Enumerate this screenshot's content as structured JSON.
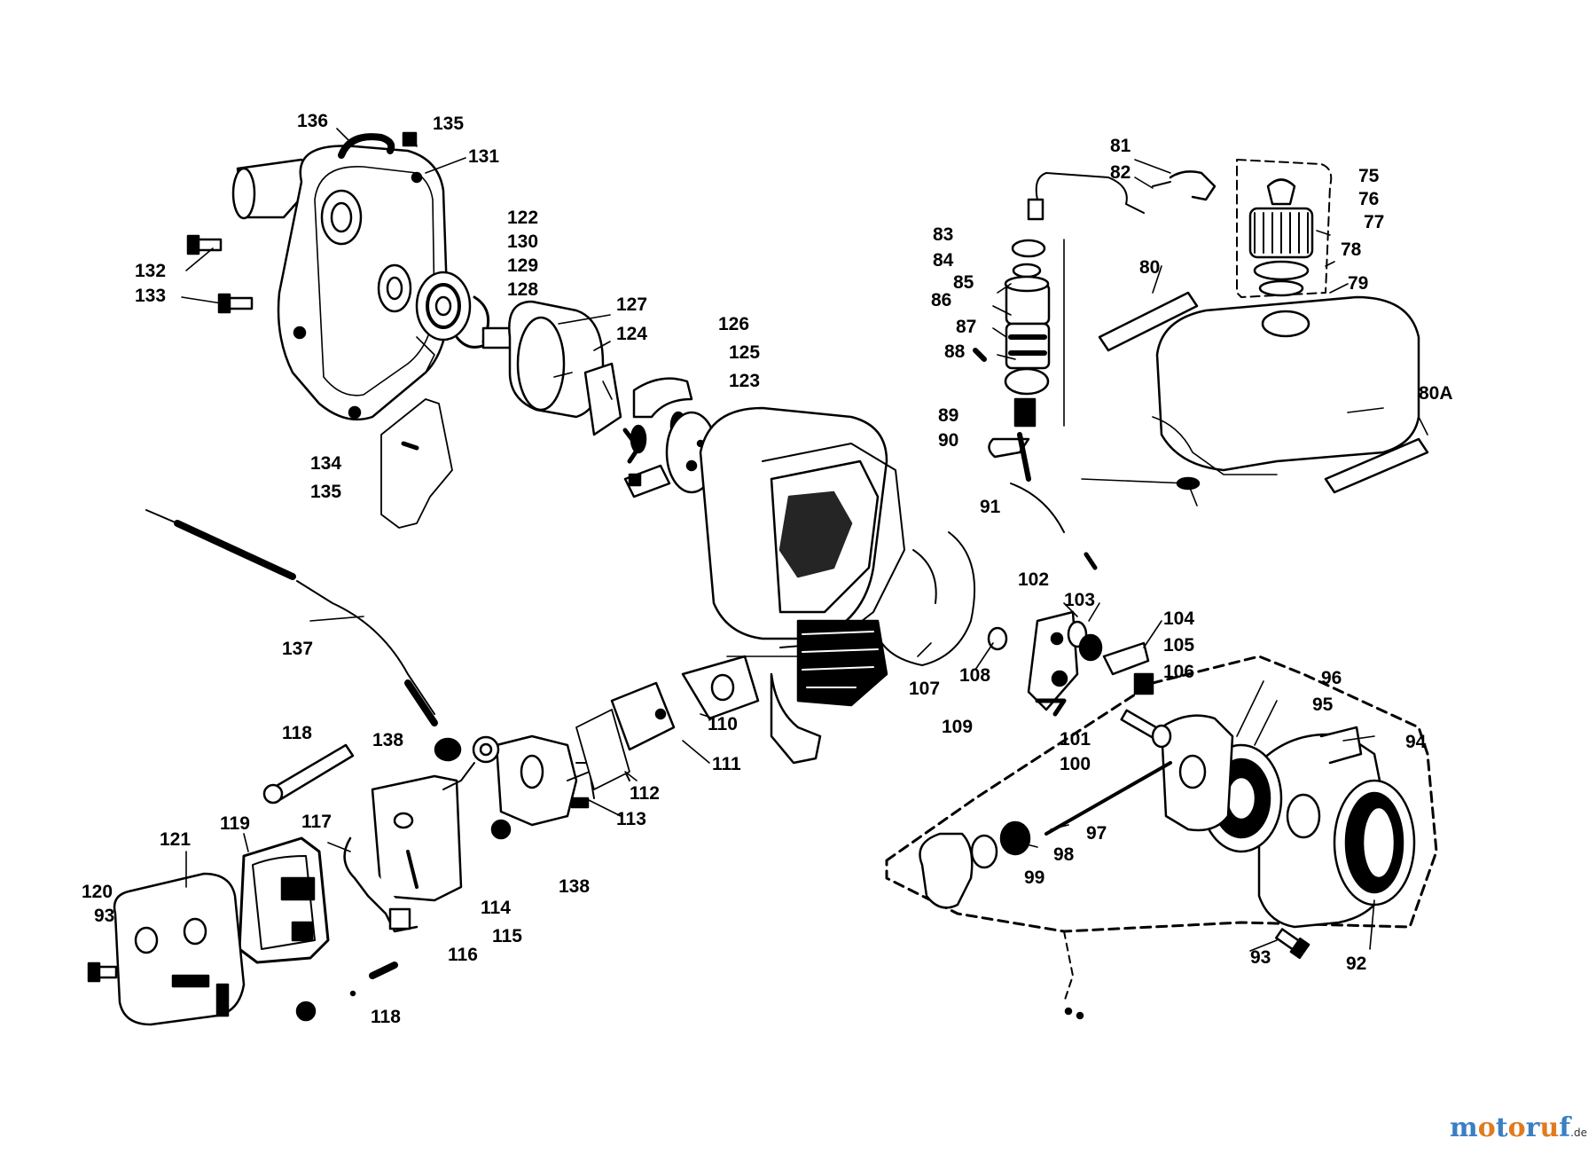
{
  "diagram": {
    "callouts": [
      {
        "id": "c136",
        "lines": [
          "136"
        ]
      },
      {
        "id": "c135a",
        "lines": [
          "135"
        ]
      },
      {
        "id": "c131",
        "lines": [
          "131"
        ]
      },
      {
        "id": "c122",
        "lines": [
          "122",
          "130",
          "129",
          "128"
        ]
      },
      {
        "id": "c132",
        "lines": [
          "132"
        ]
      },
      {
        "id": "c133",
        "lines": [
          "133"
        ]
      },
      {
        "id": "c127",
        "lines": [
          "127"
        ]
      },
      {
        "id": "c124",
        "lines": [
          "124"
        ]
      },
      {
        "id": "c126",
        "lines": [
          "126",
          "125",
          "123"
        ]
      },
      {
        "id": "c134",
        "lines": [
          "134",
          "135"
        ]
      },
      {
        "id": "c81",
        "lines": [
          "81",
          "82"
        ]
      },
      {
        "id": "c75",
        "lines": [
          "75",
          "76",
          "77"
        ]
      },
      {
        "id": "c78",
        "lines": [
          "78"
        ]
      },
      {
        "id": "c80",
        "lines": [
          "80"
        ]
      },
      {
        "id": "c79",
        "lines": [
          "79"
        ]
      },
      {
        "id": "c83",
        "lines": [
          "83",
          "84"
        ]
      },
      {
        "id": "c85",
        "lines": [
          "85"
        ]
      },
      {
        "id": "c86",
        "lines": [
          "86"
        ]
      },
      {
        "id": "c87",
        "lines": [
          "87"
        ]
      },
      {
        "id": "c88",
        "lines": [
          "88"
        ]
      },
      {
        "id": "c89",
        "lines": [
          "89",
          "90"
        ]
      },
      {
        "id": "c80A",
        "lines": [
          "80A"
        ]
      },
      {
        "id": "c91",
        "lines": [
          "91"
        ]
      },
      {
        "id": "c102",
        "lines": [
          "102"
        ]
      },
      {
        "id": "c103",
        "lines": [
          "103"
        ]
      },
      {
        "id": "c104",
        "lines": [
          "104",
          "105",
          "106"
        ]
      },
      {
        "id": "c137",
        "lines": [
          "137"
        ]
      },
      {
        "id": "c107",
        "lines": [
          "107"
        ]
      },
      {
        "id": "c108",
        "lines": [
          "108"
        ]
      },
      {
        "id": "c109",
        "lines": [
          "109"
        ]
      },
      {
        "id": "c96",
        "lines": [
          "96"
        ]
      },
      {
        "id": "c95",
        "lines": [
          "95"
        ]
      },
      {
        "id": "c94",
        "lines": [
          "94"
        ]
      },
      {
        "id": "c101",
        "lines": [
          "101",
          "100"
        ]
      },
      {
        "id": "c110",
        "lines": [
          "110"
        ]
      },
      {
        "id": "c111",
        "lines": [
          "111"
        ]
      },
      {
        "id": "c118a",
        "lines": [
          "118"
        ]
      },
      {
        "id": "c138a",
        "lines": [
          "138"
        ]
      },
      {
        "id": "c112",
        "lines": [
          "112"
        ]
      },
      {
        "id": "c113",
        "lines": [
          "113"
        ]
      },
      {
        "id": "c97",
        "lines": [
          "97"
        ]
      },
      {
        "id": "c98",
        "lines": [
          "98"
        ]
      },
      {
        "id": "c99",
        "lines": [
          "99"
        ]
      },
      {
        "id": "c121",
        "lines": [
          "121"
        ]
      },
      {
        "id": "c119",
        "lines": [
          "119"
        ]
      },
      {
        "id": "c117",
        "lines": [
          "117"
        ]
      },
      {
        "id": "c120",
        "lines": [
          "120",
          "93"
        ]
      },
      {
        "id": "c138b",
        "lines": [
          "138"
        ]
      },
      {
        "id": "c114",
        "lines": [
          "114"
        ]
      },
      {
        "id": "c115",
        "lines": [
          "115"
        ]
      },
      {
        "id": "c116",
        "lines": [
          "116"
        ]
      },
      {
        "id": "c118b",
        "lines": [
          "118"
        ]
      },
      {
        "id": "c93",
        "lines": [
          "93"
        ]
      },
      {
        "id": "c92",
        "lines": [
          "92"
        ]
      }
    ]
  },
  "watermark": {
    "brand": "motoruf",
    "tld": ".de",
    "colors": {
      "m": "#3a7fc4",
      "o1": "#e07b1f",
      "t": "#3a7fc4",
      "o2": "#e07b1f",
      "r": "#3a7fc4",
      "u": "#e07b1f",
      "f": "#3a7fc4"
    }
  }
}
